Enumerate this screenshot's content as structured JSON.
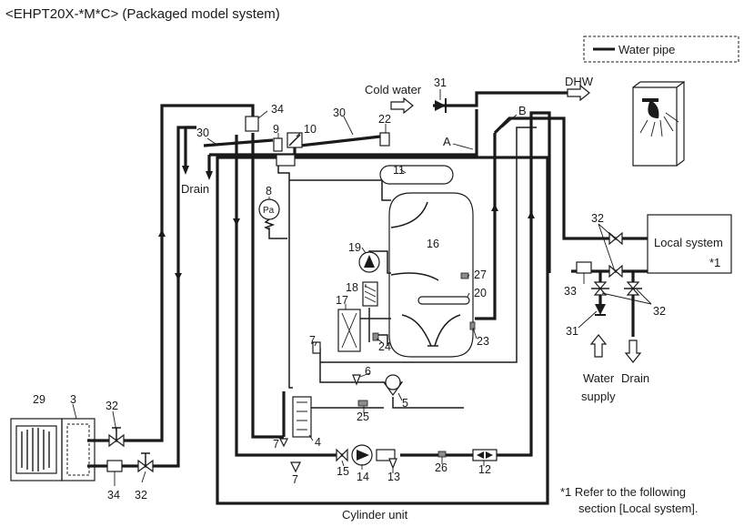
{
  "title": "<EHPT20X-*M*C> (Packaged model system)",
  "legend": {
    "water_pipe": "Water pipe"
  },
  "labels": {
    "cold_water": "Cold water",
    "dhw": "DHW",
    "drain_left": "Drain",
    "drain_right": "Drain",
    "water_supply_line1": "Water",
    "water_supply_line2": "supply",
    "local_system_line1": "Local system",
    "local_system_line2": "*1",
    "cylinder_unit": "Cylinder unit",
    "point_a": "A",
    "point_b": "B"
  },
  "footnote": {
    "line1": "*1 Refer to the following",
    "line2": "section [Local system]."
  },
  "numbers": {
    "n3": "3",
    "n4": "4",
    "n5": "5",
    "n6": "6",
    "n7_a": "7",
    "n7_b": "7",
    "n7_c": "7",
    "n8": "8",
    "pa": "Pa",
    "n9": "9",
    "n10": "10",
    "n11": "11",
    "n12": "12",
    "n13": "13",
    "n14": "14",
    "n15": "15",
    "n16": "16",
    "n17": "17",
    "n18": "18",
    "n19": "19",
    "n20": "20",
    "n22": "22",
    "n23": "23",
    "n24": "24",
    "n25": "25",
    "n26": "26",
    "n27": "27",
    "n29": "29",
    "n30_a": "30",
    "n30_b": "30",
    "n31_a": "31",
    "n31_b": "31",
    "n32_a": "32",
    "n32_b": "32",
    "n32_c": "32",
    "n32_d": "32",
    "n33": "33",
    "n34_a": "34",
    "n34_b": "34"
  }
}
